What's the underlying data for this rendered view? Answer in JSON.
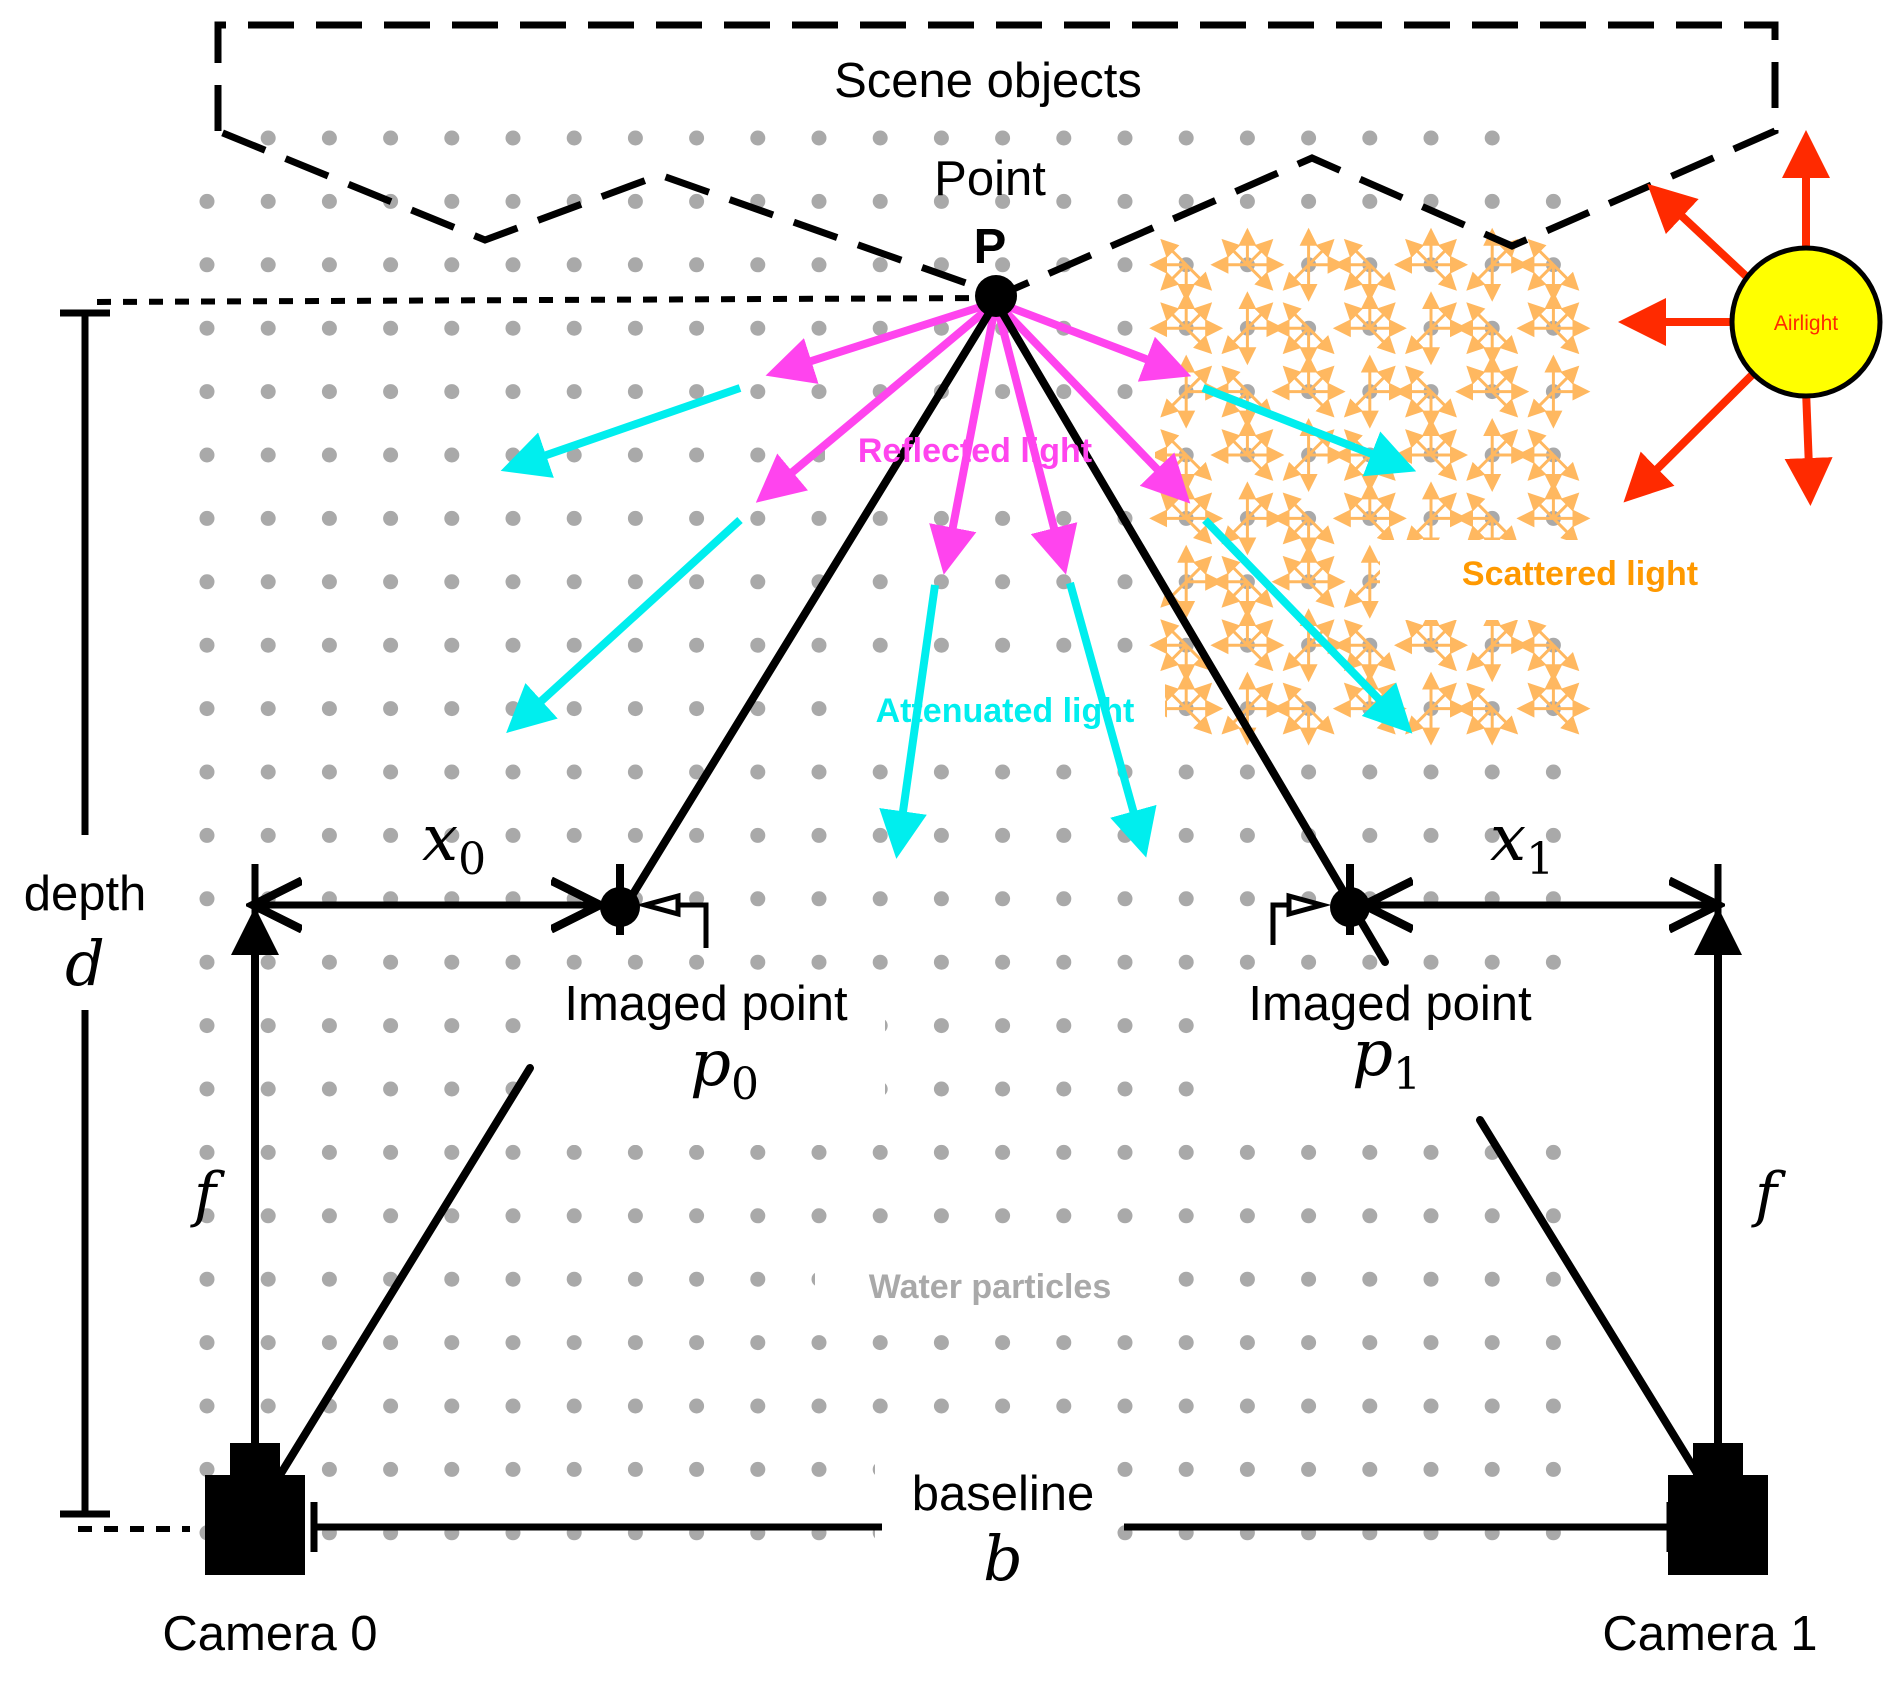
{
  "labels": {
    "scene_objects": "Scene objects",
    "point": "Point",
    "point_symbol": "P",
    "reflected_light": "Reflected light",
    "attenuated_light": "Attenuated light",
    "scattered_light": "Scattered light",
    "airlight": "Airlight",
    "water_particles": "Water particles",
    "depth": "depth",
    "depth_symbol": "d",
    "x0_base": "x",
    "x0_sub": "0",
    "x1_base": "x",
    "x1_sub": "1",
    "imaged_point_0": "Imaged point",
    "p0_base": "p",
    "p0_sub": "0",
    "imaged_point_1": "Imaged point",
    "p1_base": "p",
    "p1_sub": "1",
    "f_left": "f",
    "f_right": "f",
    "baseline": "baseline",
    "baseline_symbol": "b",
    "camera_0": "Camera 0",
    "camera_1": "Camera 1"
  },
  "colors": {
    "reflected": "#ff44ee",
    "attenuated": "#00eeee",
    "scattered": "#ffb860",
    "scattered_text": "#ff9900",
    "airlight_fill": "#ffff00",
    "airlight_text": "#ff2a00",
    "airlight_rays": "#ff2a00",
    "particles": "#a9a9a9",
    "ink": "#000000"
  }
}
